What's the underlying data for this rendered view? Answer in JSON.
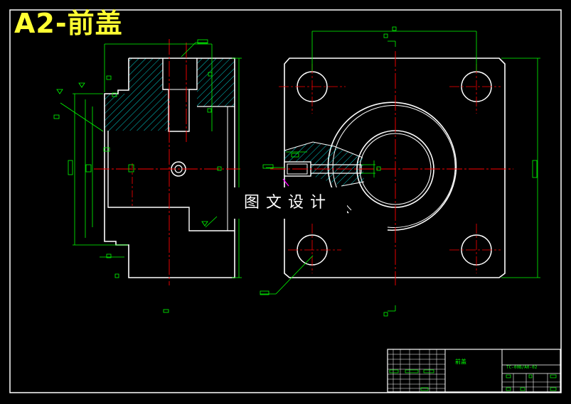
{
  "drawing": {
    "title": "A2-前盖",
    "watermark": "图文设计",
    "title_block": {
      "part_name": "前盖",
      "drawing_code": "TC-00B/A0-02"
    }
  },
  "colors": {
    "background": "#000000",
    "outline": "#ffffff",
    "center_line": "#ff0000",
    "dimension": "#00ff00",
    "hatch": "#00ffff",
    "title_text": "#ffff33",
    "annotation_mark": "#ff00ff"
  }
}
